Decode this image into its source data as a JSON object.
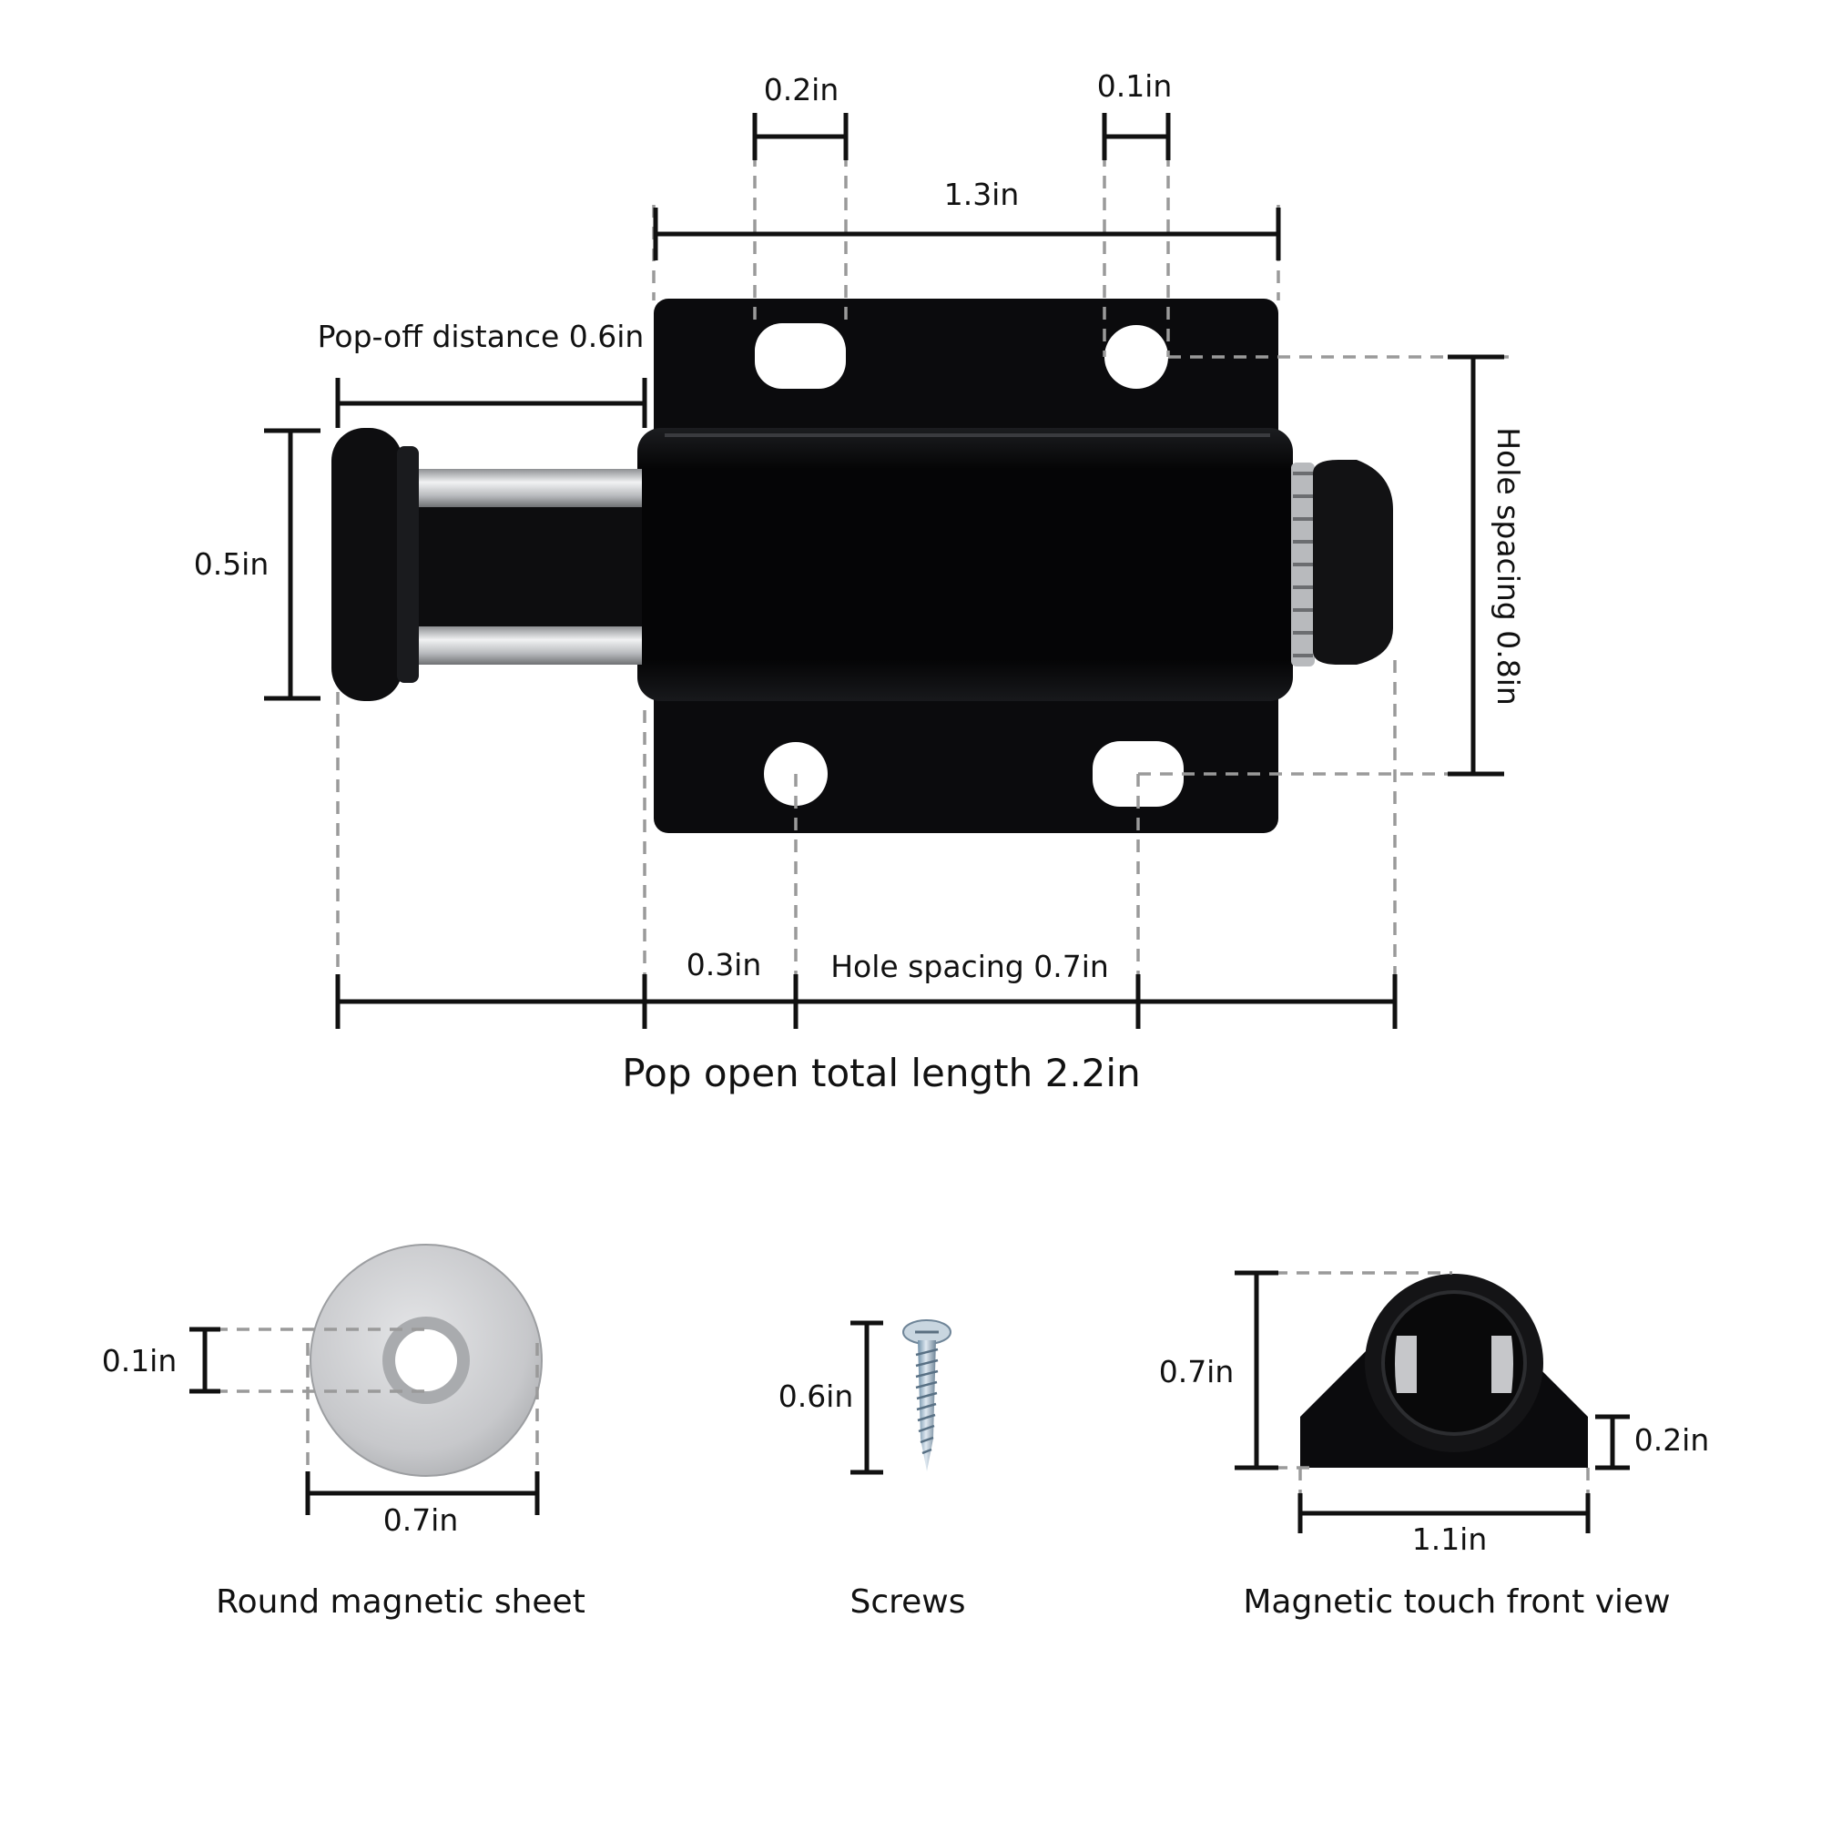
{
  "main_view": {
    "dim_slot_width": "0.2in",
    "dim_hole_width": "0.1in",
    "dim_plate_width": "1.3in",
    "dim_pop_off": "Pop-off distance 0.6in",
    "dim_head_height": "0.5in",
    "dim_hole_spacing_vertical": "Hole spacing 0.8in",
    "dim_hole_offset": "0.3in",
    "dim_hole_spacing_horizontal": "Hole spacing 0.7in",
    "total_length_caption": "Pop open total length 2.2in"
  },
  "magnetic_sheet": {
    "dim_hole": "0.1in",
    "dim_diameter": "0.7in",
    "caption": "Round magnetic sheet"
  },
  "screws": {
    "dim_length": "0.6in",
    "caption": "Screws"
  },
  "front_view": {
    "dim_height": "0.7in",
    "dim_base": "0.2in",
    "dim_width": "1.1in",
    "caption": "Magnetic touch front view"
  },
  "colors": {
    "body": "#0b0b0d",
    "metal": "#c9cacc",
    "dimension_line": "#111111",
    "guide_line": "#9a9a9a"
  }
}
